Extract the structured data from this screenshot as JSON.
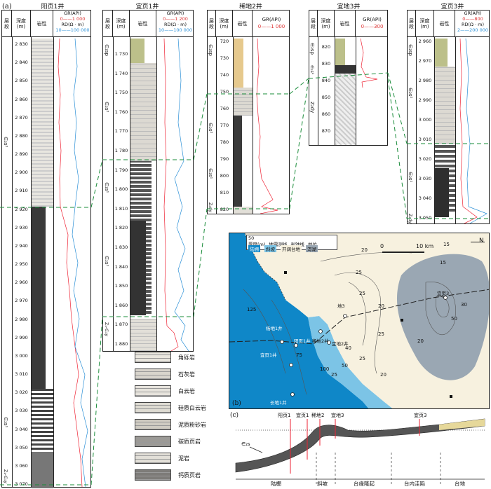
{
  "figure": {
    "panel_a": "(a)",
    "panel_b": "(b)",
    "panel_c": "(c)"
  },
  "headers": {
    "layer": "层段",
    "depth": "深度(m)",
    "lithology": "岩性",
    "gr": "GR(API)",
    "rd": "RD(Ω · m)"
  },
  "wells": [
    {
      "name": "阳页1井",
      "gr_scale": "0——1 000",
      "rd_scale": "10——100 000",
      "ticks": [
        "2 830",
        "2 840",
        "2 850",
        "2 860",
        "2 870",
        "2 880",
        "2 890",
        "2 900",
        "2 910",
        "2 920",
        "2 930",
        "2 940",
        "2 950",
        "2 960",
        "2 970",
        "2 980",
        "2 990",
        "3 000",
        "3 010",
        "3 020",
        "3 030",
        "3 040",
        "3 050",
        "3 060",
        "3 070"
      ],
      "layers": [
        "∈₂s²",
        "∈₂s¹",
        "Z₁-∈₁y"
      ]
    },
    {
      "name": "宜页1井",
      "gr_scale": "0——1 200",
      "rd_scale": "10——100 000",
      "ticks": [
        "1 730",
        "1 740",
        "1 750",
        "1 760",
        "1 770",
        "1 780",
        "1 790",
        "1 800",
        "1 810",
        "1 820",
        "1 830",
        "1 840",
        "1 850",
        "1 860",
        "1 870",
        "1 880"
      ],
      "layers": [
        "∈₂sp",
        "∈₂s²",
        "∈₂s¹",
        "∈₂s¹",
        "Z₁-∈₁y"
      ]
    },
    {
      "name": "稀地2井",
      "gr_scale": "0——1 000",
      "ticks": [
        "720",
        "730",
        "740",
        "750",
        "760",
        "770",
        "780",
        "790",
        "800",
        "810",
        "820"
      ],
      "layers": [
        "∈₂sp",
        "∈₂s²",
        "∈₂s¹",
        "Z₂dy"
      ]
    },
    {
      "name": "宜地3井",
      "gr_scale": "0——300",
      "ticks": [
        "820",
        "830",
        "840",
        "850",
        "860",
        "870"
      ],
      "layers": [
        "∈₂sp",
        "∈₂s¹",
        "Z₂dy"
      ]
    },
    {
      "name": "宜页3井",
      "gr_scale": "0——800",
      "rd_scale": "2——200 000",
      "ticks": [
        "2 960",
        "2 970",
        "2 980",
        "2 990",
        "3 000",
        "3 010",
        "3 020",
        "3 030",
        "3 040",
        "3 050"
      ],
      "layers": [
        "∈₂sp",
        "∈₂s²",
        "∈₂s¹",
        "Z₂dy"
      ]
    }
  ],
  "legend": [
    {
      "label": "角砾岩",
      "color": "#e9e6de"
    },
    {
      "label": "石灰岩",
      "color": "#d8d4cc"
    },
    {
      "label": "白云岩",
      "color": "#e6e3dc"
    },
    {
      "label": "硅质白云岩",
      "color": "#dedbd2"
    },
    {
      "label": "泥质粉砂岩",
      "color": "#cfcbc2"
    },
    {
      "label": "碳质页岩",
      "color": "#9c9a96"
    },
    {
      "label": "泥岩",
      "color": "#e2dfd8"
    },
    {
      "label": "钙质页岩",
      "color": "#7d7b78"
    }
  ],
  "map": {
    "legend_items": [
      "厚度(m)",
      "地震测线",
      "剥蚀线",
      "井位"
    ],
    "legend_sample": "50",
    "facies": [
      "陆棚",
      "斜坡",
      "开阔台地",
      "泻湖"
    ],
    "scale_zero": "0",
    "scale_label": "10 km",
    "north": "N",
    "contours": [
      "15",
      "20",
      "25",
      "25",
      "20",
      "15",
      "25",
      "40",
      "25",
      "20",
      "50",
      "30",
      "20",
      "100",
      "125",
      "75",
      "50",
      "25"
    ],
    "well_labels": [
      "杨地1井",
      "稀地2井",
      "宜页1井",
      "宜地2井",
      "地3",
      "宜页3",
      "阳页1井",
      "长地1井"
    ]
  },
  "section": {
    "wells": [
      "阳页1",
      "宜页1",
      "稀地2",
      "宜地3",
      "宜页3"
    ],
    "label": "∈₂s",
    "zones": [
      "陆棚",
      "斜坡",
      "台缘隆起",
      "台内洼陷",
      "台地"
    ]
  }
}
